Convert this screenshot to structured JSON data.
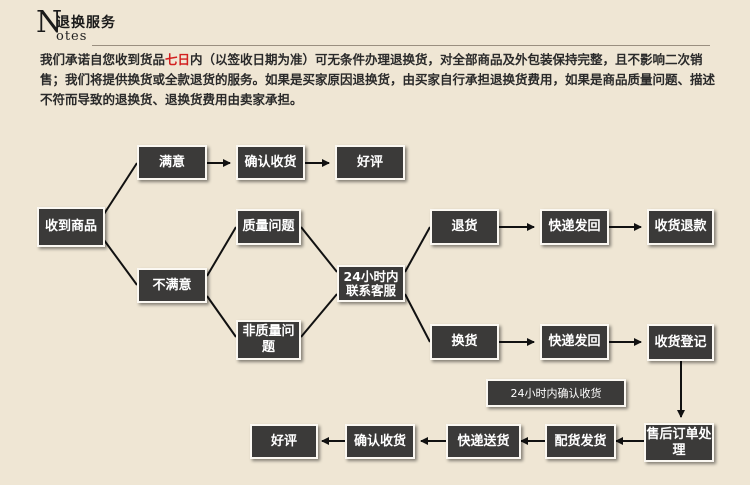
{
  "header": {
    "logo_letter": "N",
    "title": "退换服务",
    "subtitle": "otes",
    "intro_before": "我们承诺自您收到货品",
    "intro_highlight": "七日",
    "intro_after": "内（以签收日期为准）可无条件办理退换货，对全部商品及外包装保持完整，且不影响二次销售；我们将提供换货或全款退货的服务。如果是买家原因退换货，由买家自行承担退换货费用，如果是商品质量问题、描述不符而导致的退换货、退换货费用由卖家承担。"
  },
  "flow": {
    "received": "收到商品",
    "satisfied": "满意",
    "confirm_receipt_top": "确认收货",
    "good_review_top": "好评",
    "unsatisfied": "不满意",
    "quality_issue": "质量问题",
    "non_quality_issue": "非质量问题",
    "contact_service": "24小时内联系客服",
    "return_goods": "退货",
    "ship_back_return": "快递发回",
    "refund": "收货退款",
    "exchange_goods": "换货",
    "ship_back_exchange": "快递发回",
    "receive_register": "收货登记",
    "confirm_24h_note": "24小时内确认收货",
    "after_sales": "售后订单处理",
    "pick_ship": "配货发货",
    "express_deliver": "快递送货",
    "confirm_receipt_bottom": "确认收货",
    "good_review_bottom": "好评"
  },
  "colors": {
    "background": "#efe6d4",
    "box": "#3b3a39",
    "box_border": "#fbf8f2",
    "highlight": "#d21f1f"
  }
}
